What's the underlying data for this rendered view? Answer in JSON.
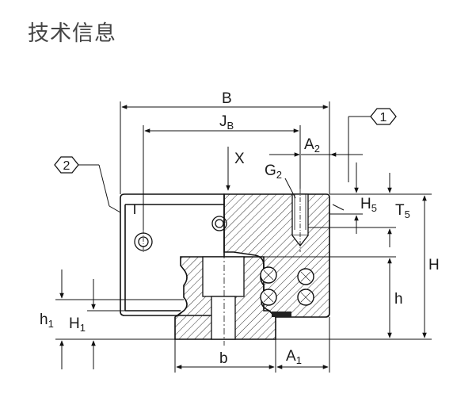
{
  "page": {
    "title": "技术信息"
  },
  "diagram": {
    "labels": {
      "B": "B",
      "J": "J",
      "J_sub": "B",
      "A2": "A",
      "A2_sub": "2",
      "X": "X",
      "G2": "G",
      "G2_sub": "2",
      "H5": "H",
      "H5_sub": "5",
      "T5": "T",
      "T5_sub": "5",
      "H": "H",
      "h": "h",
      "h1": "h",
      "h1_sub": "1",
      "H1": "H",
      "H1_sub": "1",
      "b": "b",
      "A1": "A",
      "A1_sub": "1"
    },
    "callouts": {
      "c1": "1",
      "c2": "2"
    }
  }
}
